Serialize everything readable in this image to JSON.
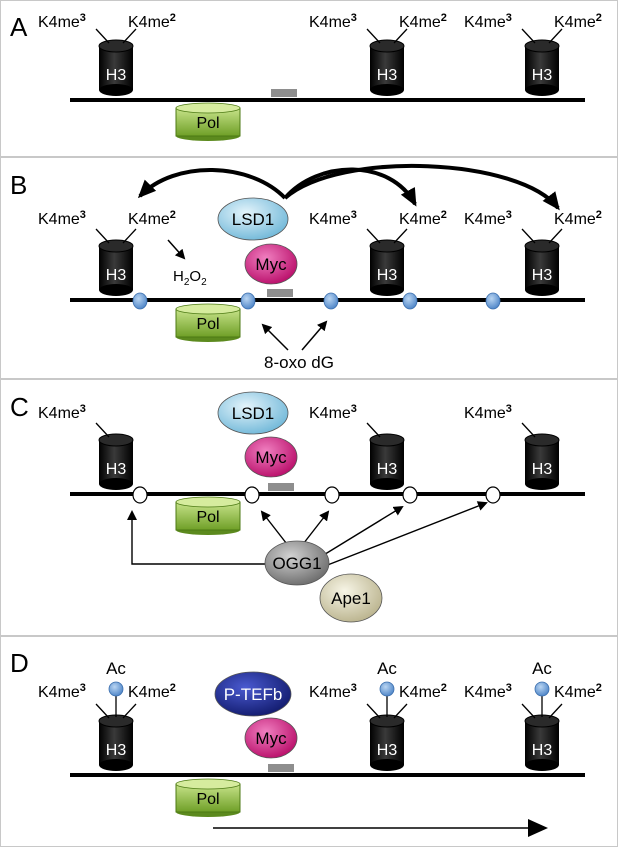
{
  "panels": [
    {
      "letter": "A",
      "histones": [
        {
          "label": "H3",
          "marks": [
            "K4me",
            "3",
            "K4me",
            "2"
          ]
        },
        {
          "label": "H3",
          "marks": [
            "K4me",
            "3",
            "K4me",
            "2"
          ]
        },
        {
          "label": "H3",
          "marks": [
            "K4me",
            "3",
            "K4me",
            "2"
          ]
        }
      ],
      "pol": "Pol"
    },
    {
      "letter": "B",
      "histones": [
        {
          "label": "H3",
          "marks": [
            "K4me",
            "3",
            "K4me",
            "2"
          ]
        },
        {
          "label": "H3",
          "marks": [
            "K4me",
            "3",
            "K4me",
            "2"
          ]
        },
        {
          "label": "H3",
          "marks": [
            "K4me",
            "3",
            "K4me",
            "2"
          ]
        }
      ],
      "pol": "Pol",
      "lsd1": "LSD1",
      "myc": "Myc",
      "h2o2": {
        "main": "H",
        "sub1": "2",
        "mid": "O",
        "sub2": "2"
      },
      "oxo": "8-oxo dG"
    },
    {
      "letter": "C",
      "histones": [
        {
          "label": "H3",
          "marks": [
            "K4me",
            "3"
          ]
        },
        {
          "label": "H3",
          "marks": [
            "K4me",
            "3"
          ]
        },
        {
          "label": "H3",
          "marks": [
            "K4me",
            "3"
          ]
        }
      ],
      "pol": "Pol",
      "lsd1": "LSD1",
      "myc": "Myc",
      "ogg1": "OGG1",
      "ape1": "Ape1"
    },
    {
      "letter": "D",
      "histones": [
        {
          "label": "H3",
          "ac": "Ac",
          "marks": [
            "K4me",
            "3",
            "K4me",
            "2"
          ]
        },
        {
          "label": "H3",
          "ac": "Ac",
          "marks": [
            "K4me",
            "3",
            "K4me",
            "2"
          ]
        },
        {
          "label": "H3",
          "ac": "Ac",
          "marks": [
            "K4me",
            "3",
            "K4me",
            "2"
          ]
        }
      ],
      "pol": "Pol",
      "ptefb": "P-TEFb",
      "myc": "Myc"
    }
  ],
  "colors": {
    "histone": "#0d0d0d",
    "pol_fill": "#8cbf3c",
    "lsd1_fill": "#9fd3ea",
    "myc_fill": "#d6127d",
    "ogg1_fill": "#8c8c8c",
    "ape1_fill": "#ddd8b8",
    "ptefb_fill": "#1d2a8a",
    "lesion_blue": "#5f93d1",
    "ebox_gray": "#8e8e8e",
    "panel_border": "#c8c8c8"
  }
}
